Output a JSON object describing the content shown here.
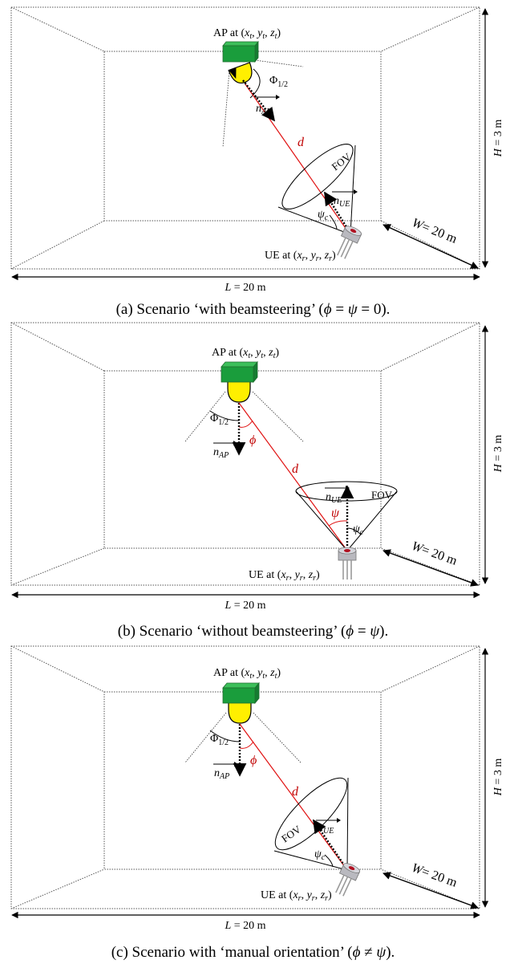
{
  "panels": [
    {
      "ap_label_prefix": "AP at ",
      "ap_coords": "(x_t, y_t, z_t)",
      "ue_label_prefix": "UE at ",
      "ue_coords": "(x_r, y_r, z_r)",
      "half_angle": "Φ1/2",
      "n_ap": "n_AP",
      "n_ue": "n_UE",
      "distance": "d",
      "fov": "FOV",
      "psi_c": "ψc",
      "phi": "",
      "psi": "",
      "width_dim": "W = 20 m",
      "height_dim": "H = 3 m",
      "length_dim": "L = 20 m",
      "caption": "(a) Scenario ‘with beamsteering’ (ϕ = ψ = 0)."
    },
    {
      "ap_label_prefix": "AP at ",
      "ap_coords": "(x_t, y_t, z_t)",
      "ue_label_prefix": "UE at ",
      "ue_coords": "(x_r, y_r, z_r)",
      "half_angle": "Φ1/2",
      "n_ap": "n_AP",
      "n_ue": "n_UE",
      "distance": "d",
      "fov": "FOV",
      "psi_c": "ψc",
      "phi": "ϕ",
      "psi": "ψ",
      "width_dim": "W = 20 m",
      "height_dim": "H = 3 m",
      "length_dim": "L = 20 m",
      "caption": "(b) Scenario ‘without beamsteering’ (ϕ = ψ)."
    },
    {
      "ap_label_prefix": "AP at ",
      "ap_coords": "(x_t, y_t, z_t)",
      "ue_label_prefix": "UE at ",
      "ue_coords": "(x_r, y_r, z_r)",
      "half_angle": "Φ1/2",
      "n_ap": "n_AP",
      "n_ue": "n_UE",
      "distance": "d",
      "fov": "FOV",
      "psi_c": "ψc",
      "phi": "ϕ",
      "psi": "",
      "width_dim": "W = 20 m",
      "height_dim": "H = 3 m",
      "length_dim": "L = 20 m",
      "caption": "(c) Scenario with ‘manual orientation’ (ϕ ≠ ψ)."
    }
  ],
  "colors": {
    "ap_box": "#1a9d3c",
    "led": "#ffef00",
    "link": "#e01010",
    "angle_label": "#c00000"
  }
}
